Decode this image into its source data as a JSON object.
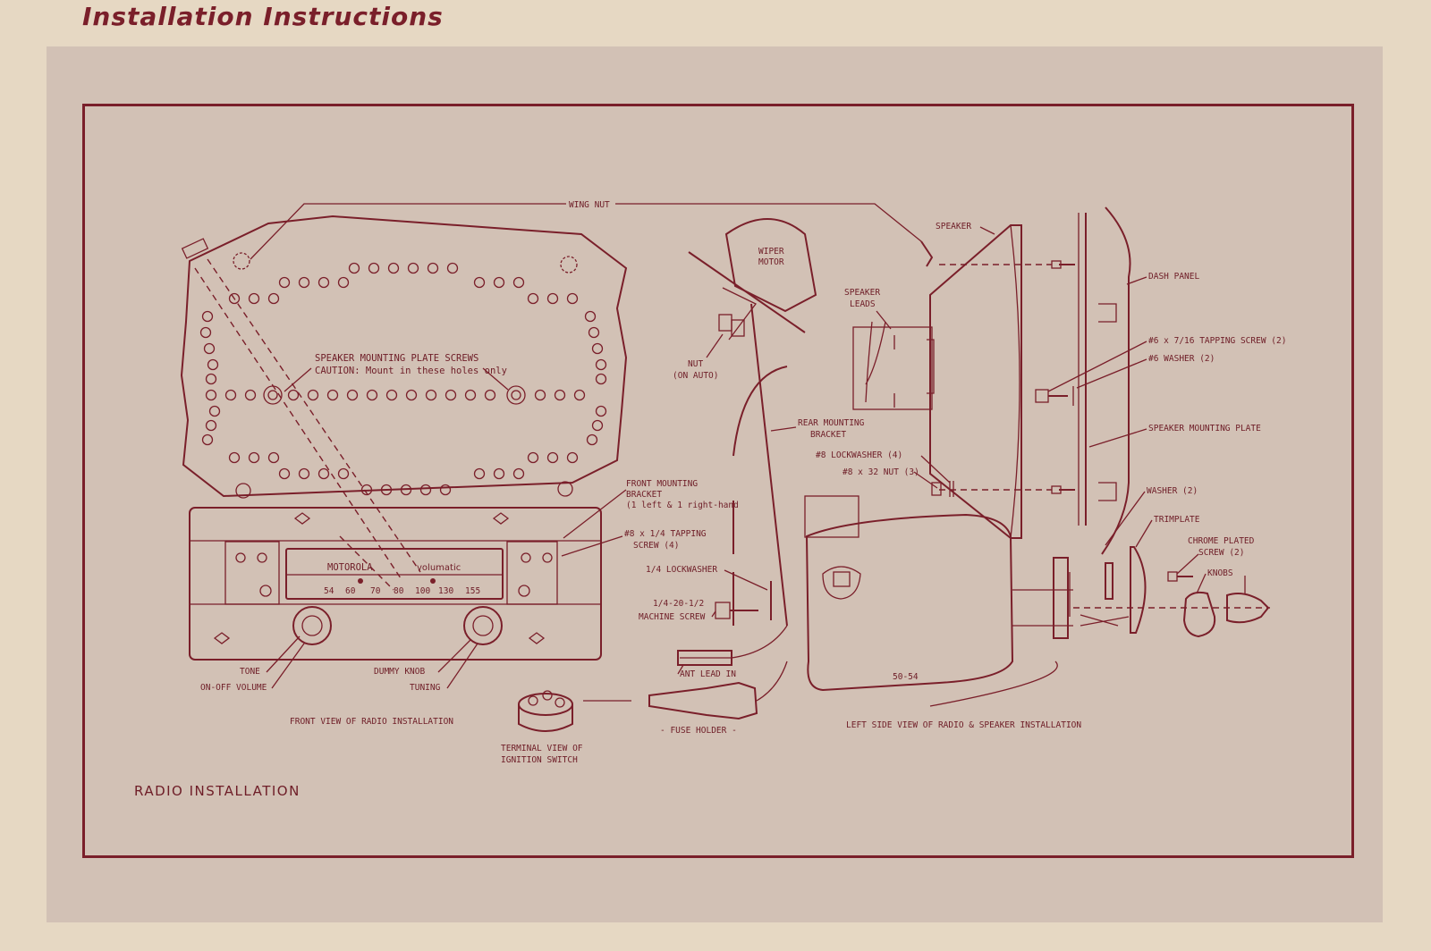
{
  "heading": "Installation Instructions",
  "caption": "RADIO INSTALLATION",
  "labels": {
    "wing_nut": "WING NUT",
    "speaker": "SPEAKER",
    "dash_panel": "DASH PANEL",
    "wiper_motor_1": "WIPER",
    "wiper_motor_2": "MOTOR",
    "speaker_leads_1": "SPEAKER",
    "speaker_leads_2": "LEADS",
    "nut_on_auto_1": "NUT",
    "nut_on_auto_2": "(ON AUTO)",
    "tapping_screw_6": "#6 x 7/16 TAPPING SCREW (2)",
    "washer_6": "#6 WASHER (2)",
    "rear_bracket_1": "REAR MOUNTING",
    "rear_bracket_2": "BRACKET",
    "speaker_mounting_plate": "SPEAKER MOUNTING PLATE",
    "lockwasher_8": "#8 LOCKWASHER (4)",
    "nut_8": "#8 x 32 NUT (3)",
    "plate_screws_1": "SPEAKER MOUNTING PLATE SCREWS",
    "plate_screws_2": "CAUTION: Mount in these holes only",
    "front_bracket_1": "FRONT MOUNTING",
    "front_bracket_2": "BRACKET",
    "front_bracket_3": "(1 left & 1 right-hand",
    "tapping_screw_8_1": "#8 x 1/4 TAPPING",
    "tapping_screw_8_2": "SCREW (4)",
    "washer_2": "WASHER (2)",
    "trimplate": "TRIMPLATE",
    "chrome_screw_1": "CHROME PLATED",
    "chrome_screw_2": "SCREW (2)",
    "knobs": "KNOBS",
    "lockwasher_14": "1/4 LOCKWASHER",
    "machine_screw_1": "1/4-20-1/2",
    "machine_screw_2": "MACHINE SCREW",
    "ant_lead": "ANT LEAD IN",
    "tone": "TONE",
    "on_off_volume": "ON-OFF VOLUME",
    "dummy_knob": "DUMMY KNOB",
    "tuning": "TUNING",
    "front_view": "FRONT VIEW OF RADIO INSTALLATION",
    "terminal_view_1": "TERMINAL VIEW OF",
    "terminal_view_2": "IGNITION SWITCH",
    "fuse_holder": "- FUSE HOLDER -",
    "left_side_view": "LEFT SIDE VIEW OF RADIO & SPEAKER INSTALLATION",
    "part_number": "50-54"
  },
  "dial": {
    "brand": "MOTOROLA",
    "model": "volumatic",
    "scale": [
      "54",
      "60",
      "70",
      "80",
      "100",
      "130",
      "155"
    ]
  }
}
